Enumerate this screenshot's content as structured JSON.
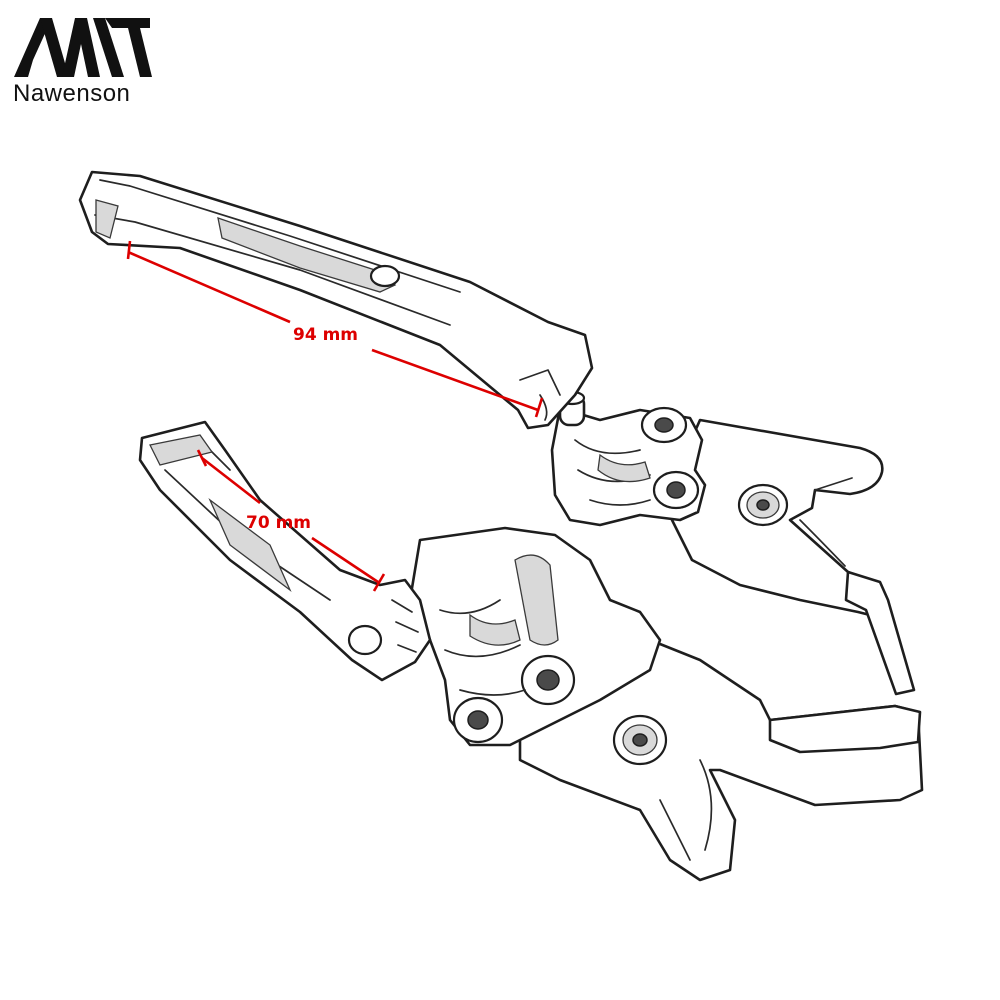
{
  "brand": {
    "name": "Nawenson",
    "logo_icon": "nawenson-logo-icon"
  },
  "dimensions": {
    "upper": {
      "label": "94 mm",
      "value": 94,
      "unit": "mm"
    },
    "lower": {
      "label": "70 mm",
      "value": 70,
      "unit": "mm"
    }
  },
  "colors": {
    "dimension": "#dd0000",
    "outline": "#1e1e1e",
    "background": "#ffffff"
  }
}
